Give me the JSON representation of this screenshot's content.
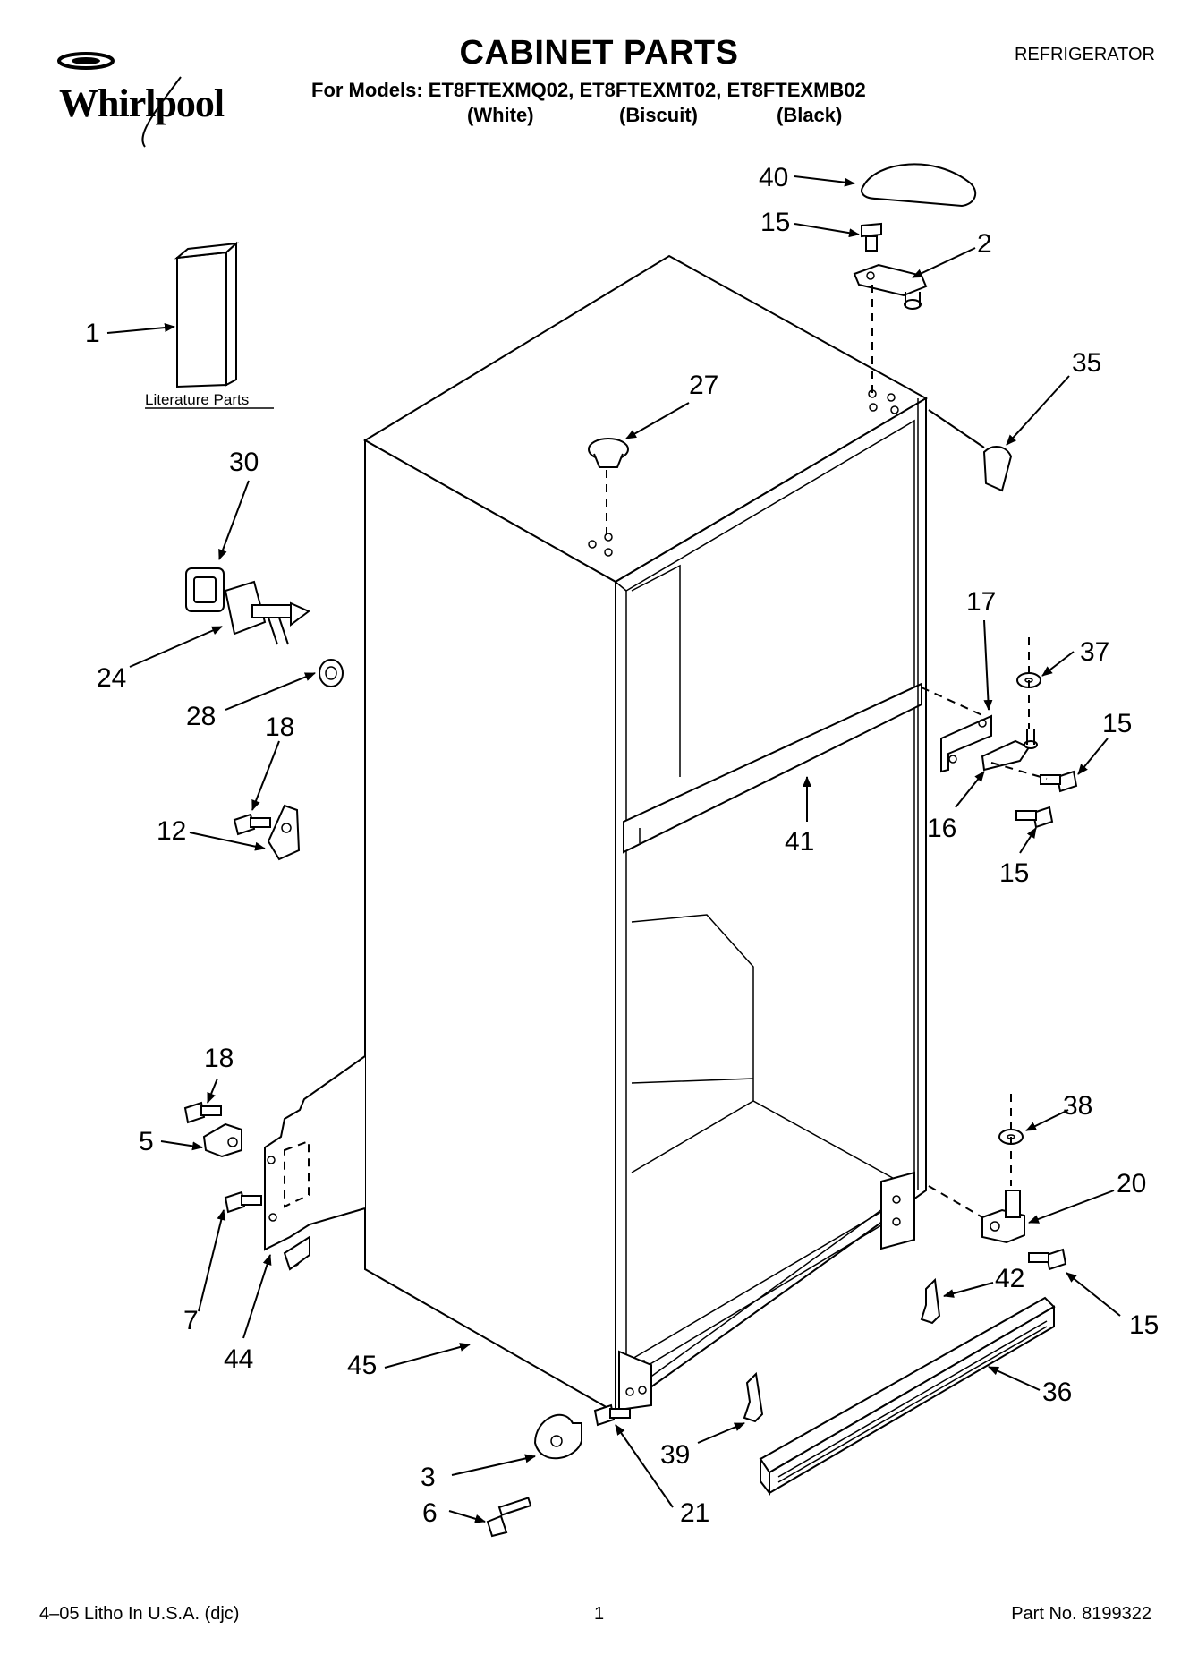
{
  "header": {
    "brand": "Whirlpool",
    "title": "CABINET PARTS",
    "category": "REFRIGERATOR",
    "models_line": "For Models: ET8FTEXMQ02, ET8FTEXMT02, ET8FTEXMB02",
    "colors": [
      "(White)",
      "(Biscuit)",
      "(Black)"
    ]
  },
  "diagram": {
    "literature_caption": "Literature Parts",
    "callouts": {
      "c1": "1",
      "c2": "2",
      "c3": "3",
      "c5": "5",
      "c6": "6",
      "c7": "7",
      "c12": "12",
      "c15a": "15",
      "c15b": "15",
      "c15c": "15",
      "c15d": "15",
      "c16": "16",
      "c17": "17",
      "c18a": "18",
      "c18b": "18",
      "c20": "20",
      "c21": "21",
      "c24": "24",
      "c27": "27",
      "c28": "28",
      "c30": "30",
      "c35": "35",
      "c36": "36",
      "c37": "37",
      "c38": "38",
      "c39": "39",
      "c40": "40",
      "c41": "41",
      "c42": "42",
      "c44": "44",
      "c45": "45"
    }
  },
  "footer": {
    "print_info": "4–05 Litho In U.S.A. (djc)",
    "page_number": "1",
    "part_number": "Part No. 8199322"
  }
}
